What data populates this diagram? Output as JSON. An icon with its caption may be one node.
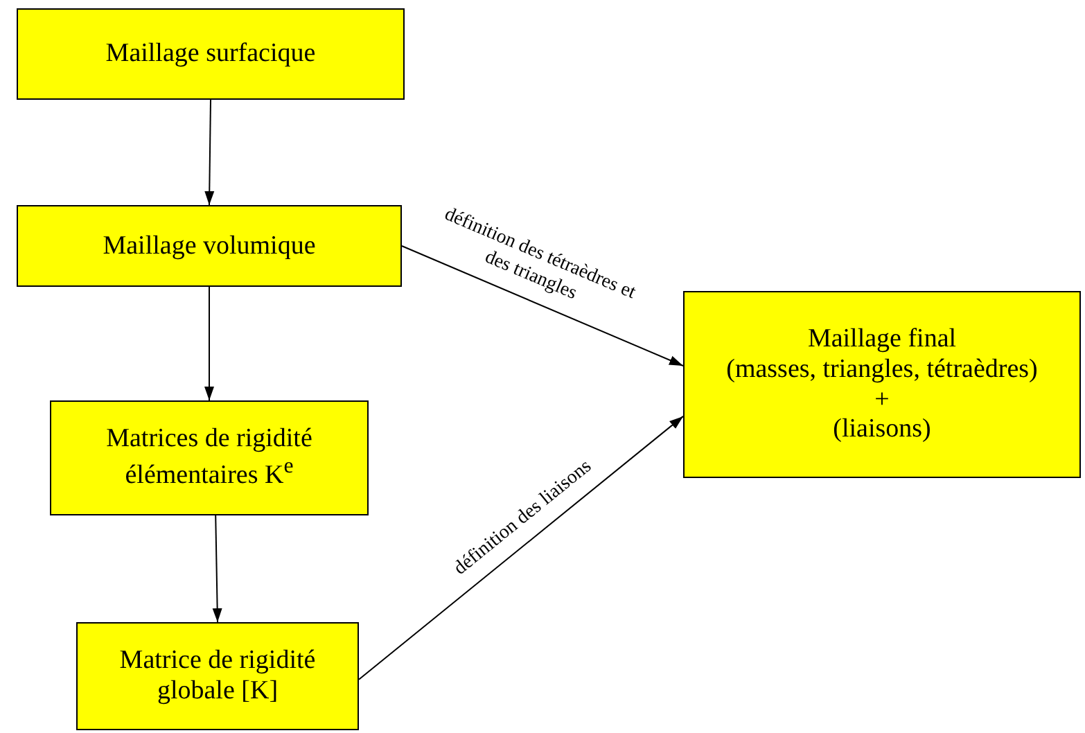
{
  "diagram": {
    "nodes": [
      {
        "text": [
          "Maillage surfacique"
        ]
      },
      {
        "text": [
          "Maillage volumique"
        ]
      },
      {
        "text": [
          "Matrices de rigidité élémentaires  K$^{e}$"
        ]
      },
      {
        "text": [
          "Matrice de rigidité globale [K]"
        ]
      },
      {
        "text": [
          "Maillage final",
          "(masses, triangles, tétraèdres)",
          "+",
          "(liaisons)"
        ]
      }
    ],
    "edges": [
      {
        "from": 0,
        "to": 1,
        "arrow": "to"
      },
      {
        "from": 1,
        "to": 2,
        "arrow": "to"
      },
      {
        "from": 2,
        "to": 3,
        "arrow": "to"
      },
      {
        "from": 1,
        "to": 4,
        "arrow": "to",
        "label": "définition des tétraèdres et des triangles"
      },
      {
        "from": 3,
        "to": 4,
        "arrow": "to",
        "label": "définition des liaisons"
      }
    ]
  }
}
